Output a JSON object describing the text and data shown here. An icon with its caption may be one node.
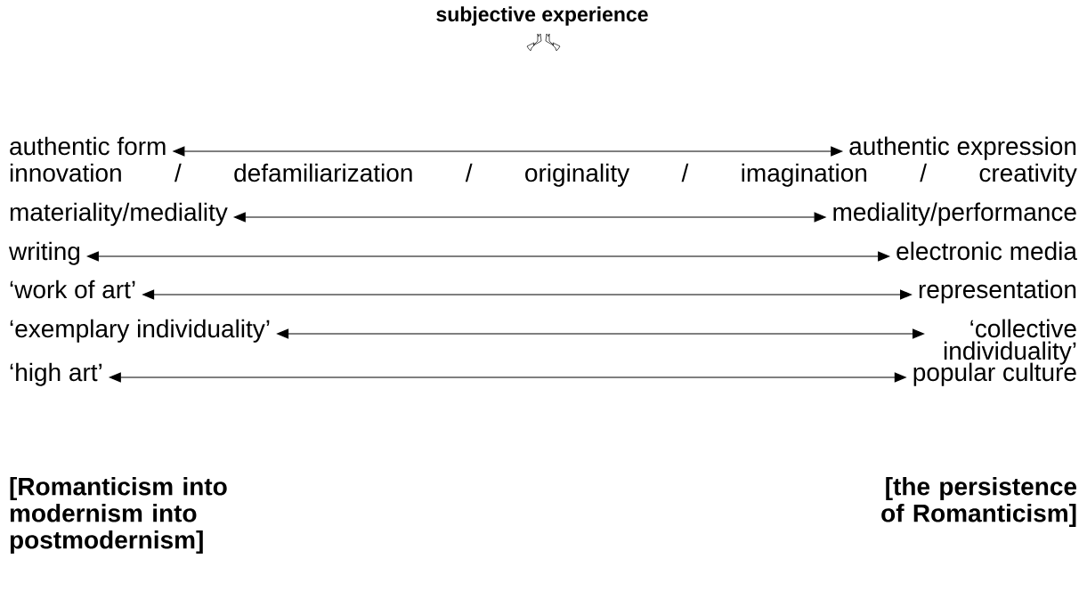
{
  "diagram": {
    "title": "subjective experience",
    "nodes": [
      {
        "text": [
          "authentic form"
        ]
      },
      {
        "text": [
          "authentic expression"
        ]
      },
      {
        "text": [
          "materiality/mediality"
        ]
      },
      {
        "text": [
          "mediality/performance"
        ]
      },
      {
        "text": [
          "writing"
        ]
      },
      {
        "text": [
          "electronic media"
        ]
      },
      {
        "text": [
          "‘work of art’"
        ]
      },
      {
        "text": [
          "representation"
        ]
      },
      {
        "text": [
          "‘exemplary individuality’"
        ]
      },
      {
        "text": [
          "‘collective individuality’"
        ]
      },
      {
        "text": [
          "‘high art’"
        ]
      },
      {
        "text": [
          "popular culture"
        ]
      }
    ],
    "edges": [
      {
        "from": 0,
        "to": 1,
        "arrow": "both"
      },
      {
        "from": 2,
        "to": 3,
        "arrow": "both"
      },
      {
        "from": 4,
        "to": 5,
        "arrow": "both"
      },
      {
        "from": 6,
        "to": 7,
        "arrow": "both"
      },
      {
        "from": 8,
        "to": 9,
        "arrow": "both"
      },
      {
        "from": 10,
        "to": 11,
        "arrow": "both"
      }
    ],
    "labels": [
      "innovation / defamiliarization / originality / imagination / creativity",
      "[Romanticism into modernism into postmodernism]",
      "[the persistence of Romanticism]"
    ]
  }
}
